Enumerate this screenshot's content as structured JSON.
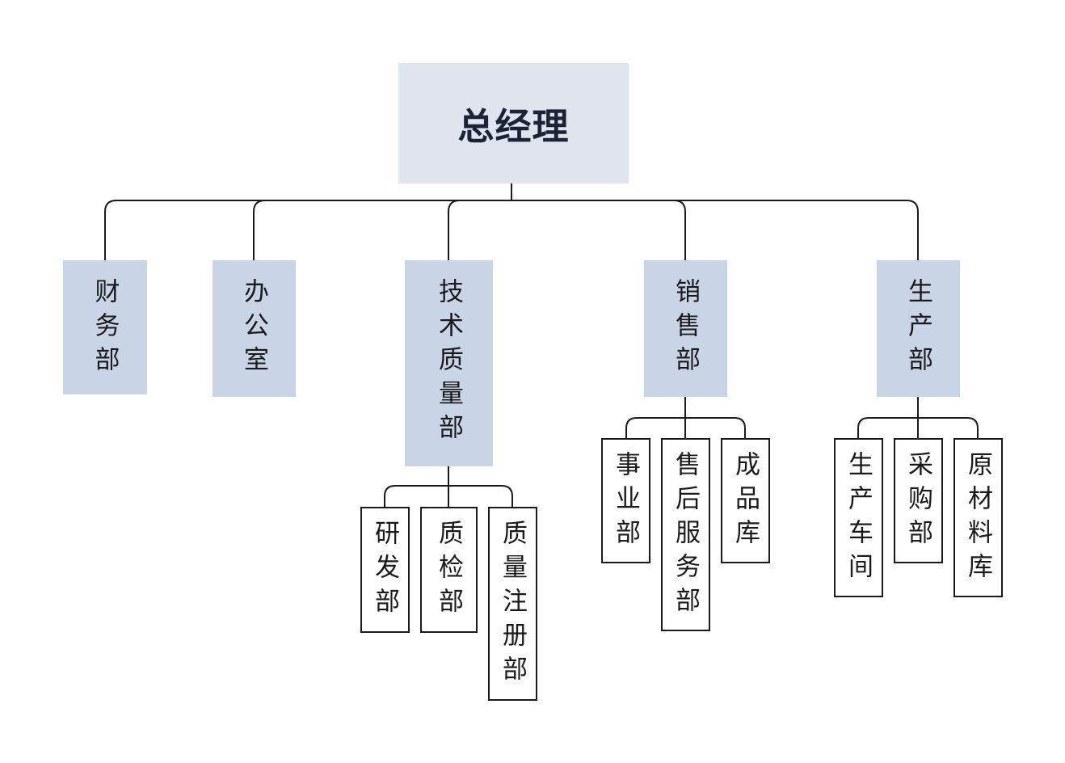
{
  "root": {
    "label": "总经理"
  },
  "departments": [
    {
      "id": "finance",
      "label": "财务部",
      "children": []
    },
    {
      "id": "office",
      "label": "办公室",
      "children": []
    },
    {
      "id": "tech",
      "label": "技术质量部",
      "children": [
        "研发部",
        "质检部",
        "质量注册部"
      ]
    },
    {
      "id": "sales",
      "label": "销售部",
      "children": [
        "事业部",
        "售后服务部",
        "成品库"
      ]
    },
    {
      "id": "production",
      "label": "生产部",
      "children": [
        "生产车间",
        "采购部",
        "原材料库"
      ]
    }
  ],
  "colors": {
    "root_fill": "#dfe4ee",
    "dept_fill": "#c9d5e6",
    "root_text": "#1c2336",
    "line": "#1a1a1a"
  }
}
